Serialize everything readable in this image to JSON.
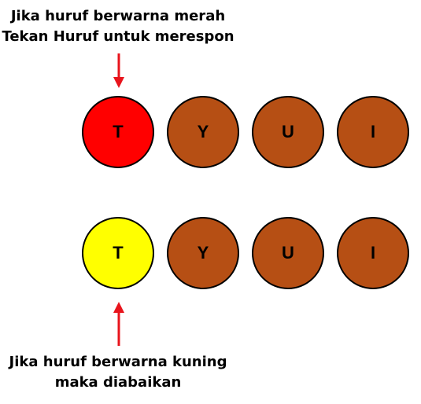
{
  "colors": {
    "active": "#ff0000",
    "ignored": "#ffff00",
    "default": "#b64f14",
    "arrow": "#e8141c",
    "outline": "#000000"
  },
  "top_caption": {
    "line1": "Jika huruf berwarna merah",
    "line2": "Tekan Huruf untuk merespon"
  },
  "bottom_caption": {
    "line1": "Jika huruf berwarna kuning",
    "line2": "maka diabaikan"
  },
  "rows": [
    {
      "letters": [
        {
          "char": "T",
          "color": "red"
        },
        {
          "char": "Y",
          "color": "brown"
        },
        {
          "char": "U",
          "color": "brown"
        },
        {
          "char": "I",
          "color": "brown"
        }
      ]
    },
    {
      "letters": [
        {
          "char": "T",
          "color": "yellow"
        },
        {
          "char": "Y",
          "color": "brown"
        },
        {
          "char": "U",
          "color": "brown"
        },
        {
          "char": "I",
          "color": "brown"
        }
      ]
    }
  ]
}
